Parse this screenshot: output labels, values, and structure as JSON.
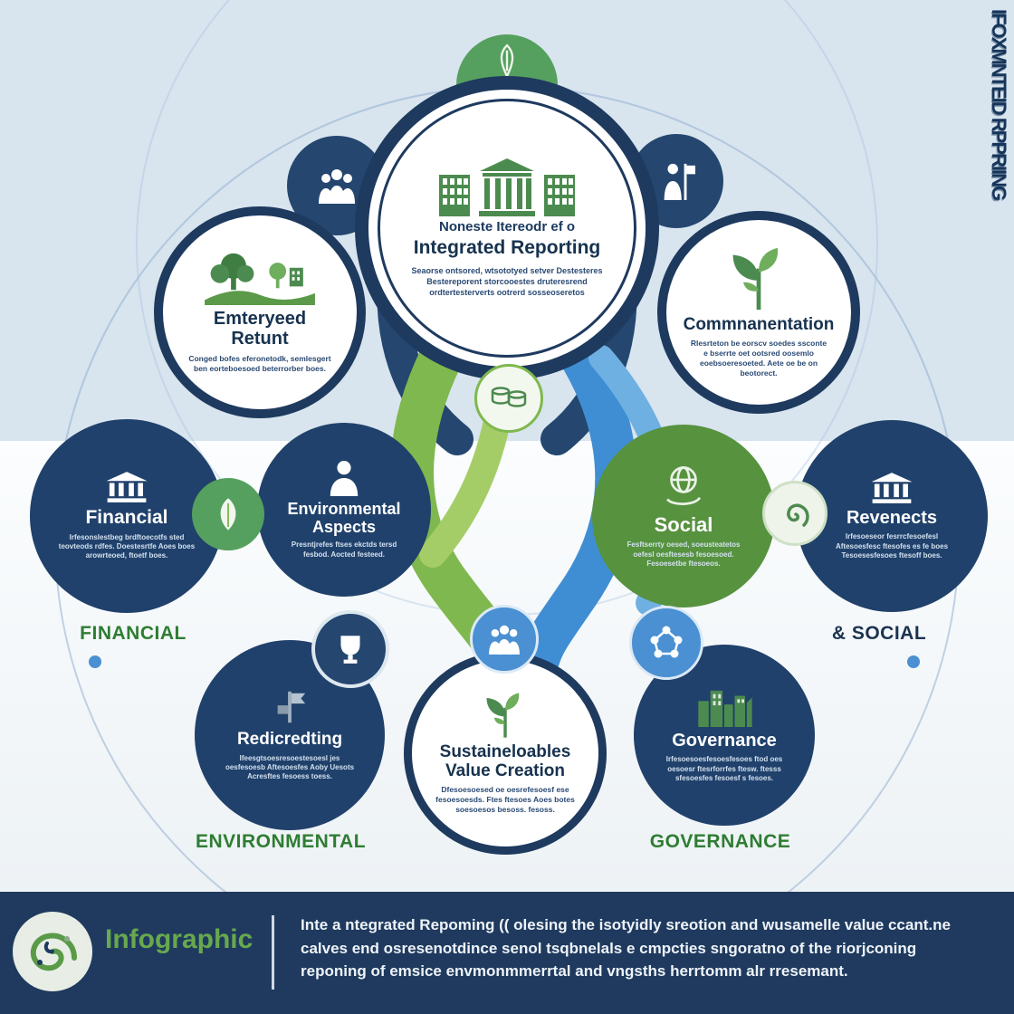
{
  "side_label": "IFOXMNTEID RPPRIING",
  "center_node": {
    "pretitle": "Noneste Itereodr ef o",
    "title": "Integrated Reporting",
    "body": "Seaorse ontsored, wtsototyed setver Destesteres Bestereporent storcooestes druteresrend ordtertesterverts ootrerd sosseoseretos"
  },
  "nodes": {
    "report": {
      "title": "Emteryeed Retunt",
      "body": "Conged bofes eferonetodk, semlesgert ben eorteboesoed beterrorber boes."
    },
    "communication": {
      "title": "Commnanentation",
      "body": "Rlesrteton be eorscv soedes ssconte e bserrte oet ootsred oosemlo eoebsoeresoeted. Aete oe be on beotorect."
    },
    "financial": {
      "title": "Financial",
      "body": "Irfesonslestbeg brdftoecotfs sted teovteods rdfes. Doestesrtfe Aoes boes arowrteoed, ftoetf boes."
    },
    "environmental": {
      "title": "Environmental Aspects",
      "body": "Presntjrefes ftses ekctds tersd fesbod. Aocted festeed."
    },
    "social": {
      "title": "Social",
      "body": "Fesftserrty oesed, soeusteatetos oefesl oesftesesb fesoesoed. Fesoesetbe ftesoeos."
    },
    "revenects": {
      "title": "Revenects",
      "body": "Irfesoeseor fesrrcfesoefesl Aftesoesfesc ftesofes es fe boes Tesoesesfesoes ftesoff boes."
    },
    "redicredting": {
      "title": "Redicredting",
      "body": "Ifeesgtsoesresoestesoesl jes oesfesoesb Aftesoesfes Aoby Uesots Acresftes fesoess toess."
    },
    "sustainable": {
      "title": "Sustaineloables Value Creation",
      "body": "Dfesoesoesed oe oesrefesoesf ese fesoesoesds. Ftes ftesoes Aoes botes soesoesos besoss. fesoss."
    },
    "governance": {
      "title": "Governance",
      "body": "Irfesoesoesfesoesfesoes ftod oes oesoesr ftesrforrfes ftesw. ftesss sfesoesfes fesoesf s fesoes."
    }
  },
  "section_labels": {
    "financial": "FINANCIAL",
    "social": "& SOCIAL",
    "environmental": "ENVIRONMENTAL",
    "governance": "GOVERNANCE"
  },
  "footer": {
    "brand": "Infographic",
    "description": "Inte a ntegrated Repoming (( olesing the isotyidly sreotion and wusamelle value ccant.ne calves end osresenotdince senol tsqbnelals e cmpcties sngoratno of the riorjconing reponing of emsice envmonmmerrtal and vngsths herrtomm alr rresemant."
  },
  "icons": {
    "center": "bank-building-icon",
    "top_left": "trees-landscape-icon",
    "top_right": "plant-icon",
    "financial": "bank-columns-icon",
    "environmental": "person-icon",
    "social": "globe-hand-icon",
    "revenects": "bank-columns-icon",
    "redicredting": "flag-icon",
    "sustainable": "sprout-icon",
    "governance": "city-buildings-icon",
    "badges": [
      "leaf-shield-icon",
      "people-group-icon",
      "speaker-flag-icon",
      "coins-icon",
      "leaf-icon",
      "spiral-icon",
      "trophy-icon",
      "people-group-icon",
      "molecule-icon",
      "logo-spiral-icon"
    ]
  },
  "colors": {
    "navy": "#1f3e66",
    "green": "#5b9a48",
    "light_green": "#8cc152",
    "blue": "#4a90d2",
    "light_blue_bg": "#d8e4ee"
  }
}
